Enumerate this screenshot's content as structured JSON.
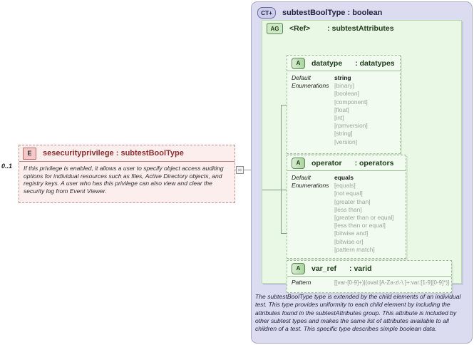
{
  "element": {
    "badge": "E",
    "cardinality": "0..1",
    "name": "sesecurityprivilege",
    "separator": " : ",
    "type": "subtestBoolType",
    "documentation": "If this privilege is enabled, it allows a user to specify object access auditing options for individual resources such as files, Active Directory objects, and registry keys. A user who has this privilege can also view and clear the security log from Event Viewer."
  },
  "complex_type": {
    "badge": "CT+",
    "name": "subtestBoolType",
    "separator": " : ",
    "type": "boolean",
    "documentation": "The subtestBoolType type is extended by the child elements of an individual test.  This type provides uniformity to each child element by including the attributes found in the subtestAttributes group.  This attribute is included by other subtest types and makes the same list of attributes available to all children of a test.  This specific type describes simple boolean data."
  },
  "attribute_group": {
    "badge": "AG",
    "ref": "<Ref>",
    "separator": " : ",
    "name": "subtestAttributes"
  },
  "attributes": [
    {
      "badge": "A",
      "name": "datatype",
      "separator": " : ",
      "type": "datatypes",
      "facets": [
        {
          "label": "Default",
          "value": "string"
        },
        {
          "label": "Enumerations",
          "value": ""
        }
      ],
      "default": "string",
      "enumerations": [
        "[binary]",
        "[boolean]",
        "[component]",
        "[float]",
        "[int]",
        "[rpmversion]",
        "[string]",
        "[version]"
      ]
    },
    {
      "badge": "A",
      "name": "operator",
      "separator": " : ",
      "type": "operators",
      "facets": [
        {
          "label": "Default",
          "value": "equals"
        },
        {
          "label": "Enumerations",
          "value": ""
        }
      ],
      "default": "equals",
      "enumerations": [
        "[equals]",
        "[not equal]",
        "[greater than]",
        "[less than]",
        "[greater than or equal]",
        "[less than or equal]",
        "[bitwise and]",
        "[bitwise or]",
        "[pattern match]"
      ]
    },
    {
      "badge": "A",
      "name": "var_ref",
      "separator": " : ",
      "type": "varid",
      "pattern_label": "Pattern",
      "pattern_value": "[[var-[0-9]+)|(oval:[A-Za-z\\-\\.]+:var:[1-9][0-9]*)]"
    }
  ],
  "colors": {
    "panel_bg": "#dcdcf0",
    "group_bg": "#e9f7e5",
    "attr_bg": "#f2fbef",
    "element_bg": "#fdeeee",
    "element_accent": "#8a2f2f",
    "enum_text": "#9aa69a"
  }
}
